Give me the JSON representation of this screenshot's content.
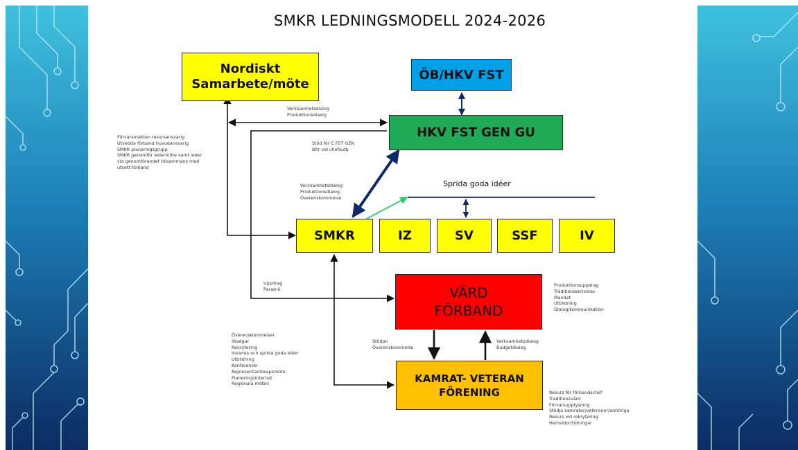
{
  "title": "SMKR LEDNINGSMODELL 2024-2026",
  "boxes": {
    "nordiskt": "Nordiskt Samarbete/möte",
    "ob_hkv": "ÖB/HKV FST",
    "hkv_gen": "HKV FST GEN GU",
    "smkr": "SMKR",
    "iz": "IZ",
    "sv": "SV",
    "ssf": "SSF",
    "iv": "IV",
    "vard": "VÄRD FÖRBAND",
    "kamrat": "KAMRAT- VETERAN FÖRENING"
  },
  "labels": {
    "sprida": "Sprida goda idéer"
  },
  "notes": {
    "verksamhet_top": [
      "Verksamhetsdialog",
      "Produktionsdialog"
    ],
    "left_list": [
      "Förvarsmakten resursansvarig",
      "Utvedda förband huvudansvarig",
      "SMKR planeringsgrupp",
      "SMKR genomför ledarmöte samt leder",
      "vid genomförandet tillsammans med",
      "utsett förband"
    ],
    "stod": [
      "Stöd för C FST GEN",
      "Bitr vid chefsutb"
    ],
    "verksamhet_mid": [
      "Verksamhetsdialog",
      "Produktionsdialog",
      "Överenskommelse"
    ],
    "uppdrag": [
      "Uppdrag",
      "Parad 6"
    ],
    "vard_right": [
      "Produktionsuppdrag",
      "Traditionsskrivelse",
      "Mandat",
      "Utbildning",
      "Dialog/kommunikation"
    ],
    "overens_list": [
      "Överenskommelser",
      "Stadgar",
      "Rekrytering",
      "Insamla och sprida goda idéer",
      "Utbildning",
      "Konferenser",
      "Representantskapsmöte",
      "Planeringsinternat",
      "Regionala möten"
    ],
    "stodjer": [
      "Stödjer",
      "Överenskommelse"
    ],
    "verksamhet_budget": [
      "Verksamhetsdialog",
      "Budgetdialog"
    ],
    "kamrat_right": [
      "Resurs för förbandschef",
      "Traditionsvård",
      "Förvarsupplysning",
      "Stödja kamrater/veteraner/anhöriga",
      "Resurs vid rekrytering",
      "Hemsidor/tidningar"
    ]
  },
  "colors": {
    "yellow": "#ffff00",
    "blue": "#00a0e8",
    "green": "#1faa55",
    "red": "#ff0000",
    "orange": "#ffc000",
    "navy_arrow": "#0c2a6a",
    "green_arrow": "#22cc66"
  }
}
